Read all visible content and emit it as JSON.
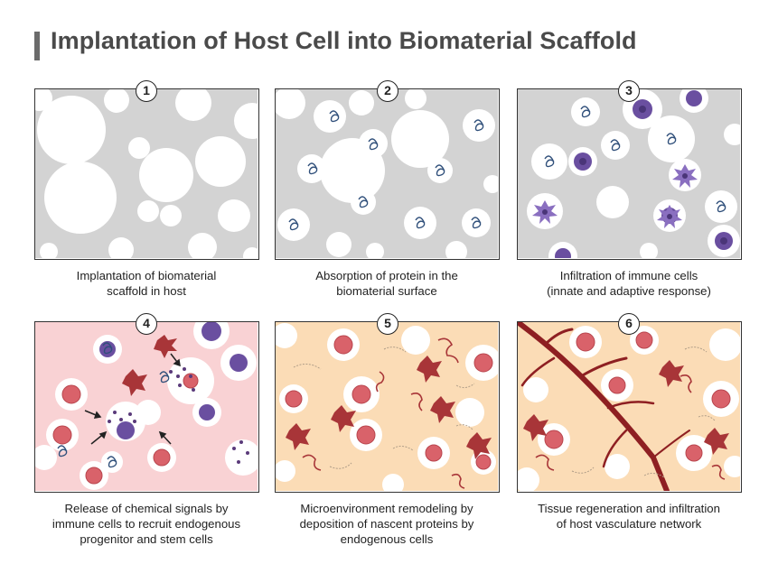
{
  "title": "Implantation of Host Cell into Biomaterial Scaffold",
  "colors": {
    "scaffold_gray": "#d3d3d3",
    "tissue_pink": "#f9d2d4",
    "tissue_peach": "#fbdcb6",
    "red_cell": "#d9626a",
    "immune_cell": "#6a4fa0",
    "fibroblast": "#a83538",
    "vessel": "#8e1f22"
  },
  "panels": [
    {
      "number": "1",
      "caption_lines": [
        "Implantation of biomaterial",
        "scaffold in host"
      ]
    },
    {
      "number": "2",
      "caption_lines": [
        "Absorption of protein in the",
        "biomaterial surface"
      ]
    },
    {
      "number": "3",
      "caption_lines": [
        "Infiltration of immune cells",
        "(innate and adaptive response)"
      ]
    },
    {
      "number": "4",
      "caption_lines": [
        "Release of chemical signals by",
        "immune cells to recruit endogenous",
        "progenitor and stem cells"
      ]
    },
    {
      "number": "5",
      "caption_lines": [
        "Microenvironment remodeling by",
        "deposition of nascent proteins by",
        "endogenous cells"
      ]
    },
    {
      "number": "6",
      "caption_lines": [
        "Tissue regeneration and infiltration",
        "of host vasculature network"
      ]
    }
  ]
}
